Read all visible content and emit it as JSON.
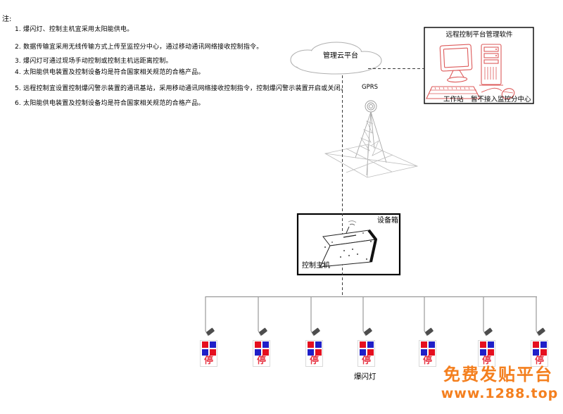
{
  "notes": {
    "heading": "注:",
    "items": [
      "1. 爆闪灯、控制主机宜采用太阳能供电。",
      "2. 数据传输宜采用无线传输方式上传至监控分中心，通过移动通讯网络接收控制指令。",
      "3. 爆闪灯可通过现场手动控制或控制主机远距离控制。",
      "4. 太阳能供电装置及控制设备均是符合国家相关规范的合格产品。",
      "5. 远程控制宜设置控制爆闪警示装置的通讯基站，采用移动通讯网络接收控制指令，控制爆闪警示装置开启或关闭。",
      "6. 太阳能供电装置及控制设备均是符合国家相关规范的合格产品。"
    ]
  },
  "cloud": {
    "label": "管理云平台"
  },
  "gprs": {
    "label": "GPRS"
  },
  "remote_box": {
    "title": "远程控制平台管理软件",
    "workstation_label": "工作站",
    "connection_note": "暂不接入监控分中心"
  },
  "device_box": {
    "box_label": "设备箱",
    "host_label": "控制主机"
  },
  "lights": {
    "stop_label": "停",
    "group_label": "爆闪灯"
  },
  "watermark": {
    "line1": "免费发贴平台",
    "line2": "www.1288.top"
  },
  "colors": {
    "computer_drawing_red": "#dd5a5a",
    "sign_red": "#e50f1f",
    "sign_blue": "#1f1fc8",
    "stop_text_red": "#e73644",
    "watermark_orange": "#f47f1e"
  }
}
